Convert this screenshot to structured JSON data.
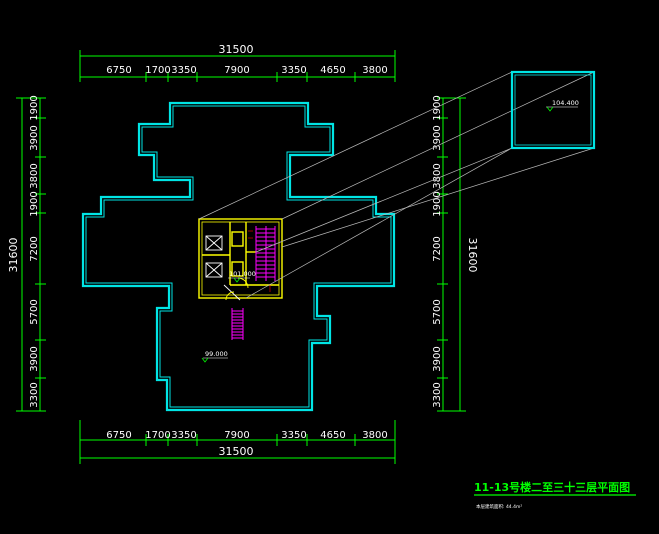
{
  "drawing": {
    "title": "11-13号楼二至三十三层平面图",
    "note": "本层建筑面积: 44.4m²",
    "colors": {
      "background": "#000000",
      "wall_outline": "#00e5e5",
      "dim_line": "#00ff00",
      "core": "#ffff00",
      "stairs": "#ff00ff",
      "text": "#ffffff",
      "detail_lines": "#b0b0b0"
    }
  },
  "dimensions": {
    "top_total": "31500",
    "top_segments": [
      "6750",
      "1700",
      "3350",
      "7900",
      "3350",
      "4650",
      "3800"
    ],
    "bottom_total": "31500",
    "bottom_segments": [
      "6750",
      "1700",
      "3350",
      "7900",
      "3350",
      "4650",
      "3800"
    ],
    "left_total": "31600",
    "left_segments": [
      "1900",
      "3900",
      "3800",
      "1900",
      "7200",
      "5700",
      "3900",
      "3300"
    ],
    "right_total": "31600",
    "right_segments": [
      "1900",
      "3900",
      "3800",
      "1900",
      "7200",
      "5700",
      "3900",
      "3300"
    ]
  },
  "elevations": {
    "roof_box": "104.400",
    "core": "101.000",
    "lower": "99.000"
  }
}
